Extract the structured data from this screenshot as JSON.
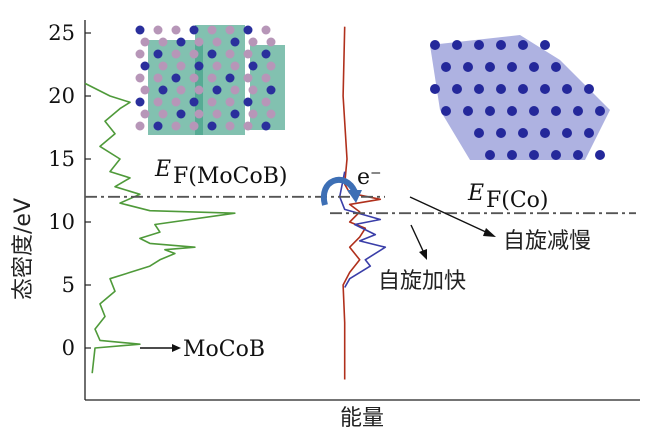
{
  "chart_data": {
    "type": "line",
    "title": "",
    "xlabel": "能量",
    "ylabel": "态密度/eV",
    "ylim": [
      -3,
      26
    ],
    "xlim": [
      0,
      100
    ],
    "yticks": [
      "0",
      "5",
      "10",
      "15",
      "20",
      "25"
    ],
    "grid": false,
    "series": [
      {
        "name": "MoCoB",
        "color": "#4f9a3a",
        "points": [
          [
            1.3,
            -2
          ],
          [
            1.8,
            0
          ],
          [
            9.9,
            0.3
          ],
          [
            2.7,
            0.6
          ],
          [
            1.8,
            1.5
          ],
          [
            3.6,
            2.5
          ],
          [
            2.7,
            3.5
          ],
          [
            5.4,
            4.5
          ],
          [
            4.5,
            5.5
          ],
          [
            8.1,
            6
          ],
          [
            11.7,
            6.5
          ],
          [
            13.5,
            7
          ],
          [
            16.2,
            7.5
          ],
          [
            14.4,
            7.8
          ],
          [
            19.8,
            8
          ],
          [
            11.7,
            8.3
          ],
          [
            9.9,
            8.7
          ],
          [
            13.5,
            9.2
          ],
          [
            12.6,
            9.8
          ],
          [
            27,
            10.7
          ],
          [
            11.7,
            10.9
          ],
          [
            6.3,
            11.5
          ],
          [
            9.9,
            12.2
          ],
          [
            5.4,
            12.8
          ],
          [
            8.1,
            13.5
          ],
          [
            4.5,
            14
          ],
          [
            6.3,
            15
          ],
          [
            2.7,
            16
          ],
          [
            5.4,
            17
          ],
          [
            3.6,
            18
          ],
          [
            6.3,
            19
          ],
          [
            8.1,
            19.5
          ],
          [
            4.5,
            20
          ],
          [
            0,
            21
          ]
        ]
      },
      {
        "name": "自旋减慢",
        "color": "#b0301c",
        "points": [
          [
            46.8,
            -2.5
          ],
          [
            46.8,
            2
          ],
          [
            46.5,
            5
          ],
          [
            47.7,
            6
          ],
          [
            49.5,
            7
          ],
          [
            47.7,
            8
          ],
          [
            49.5,
            8.8
          ],
          [
            50.5,
            9.5
          ],
          [
            47.7,
            10
          ],
          [
            49.5,
            10.8
          ],
          [
            47.7,
            11.4
          ],
          [
            53.2,
            11.8
          ],
          [
            47.7,
            12.3
          ],
          [
            46.8,
            13
          ],
          [
            47.2,
            15
          ],
          [
            46.5,
            20
          ],
          [
            46.8,
            25.5
          ]
        ]
      },
      {
        "name": "自旋加快",
        "color": "#3a3ea8",
        "points": [
          [
            46.8,
            4.8
          ],
          [
            47.7,
            5.5
          ],
          [
            51.4,
            6.5
          ],
          [
            50.5,
            7
          ],
          [
            54.1,
            8
          ],
          [
            49.5,
            8.5
          ],
          [
            52.3,
            9
          ],
          [
            48.6,
            9.8
          ],
          [
            53.2,
            10.2
          ],
          [
            46.8,
            11
          ],
          [
            45.9,
            12
          ],
          [
            46.8,
            14
          ]
        ]
      }
    ],
    "annotations": {
      "fermi_mocob": {
        "label_main": "E",
        "label_sub": "F(MoCoB)",
        "energy": 12
      },
      "fermi_co": {
        "label_main": "E",
        "label_sub": "F(Co)",
        "energy": 10.7
      },
      "electron": "e⁻",
      "mocob_label": "MoCoB",
      "spin_down": "自旋减慢",
      "spin_up": "自旋加快"
    }
  }
}
